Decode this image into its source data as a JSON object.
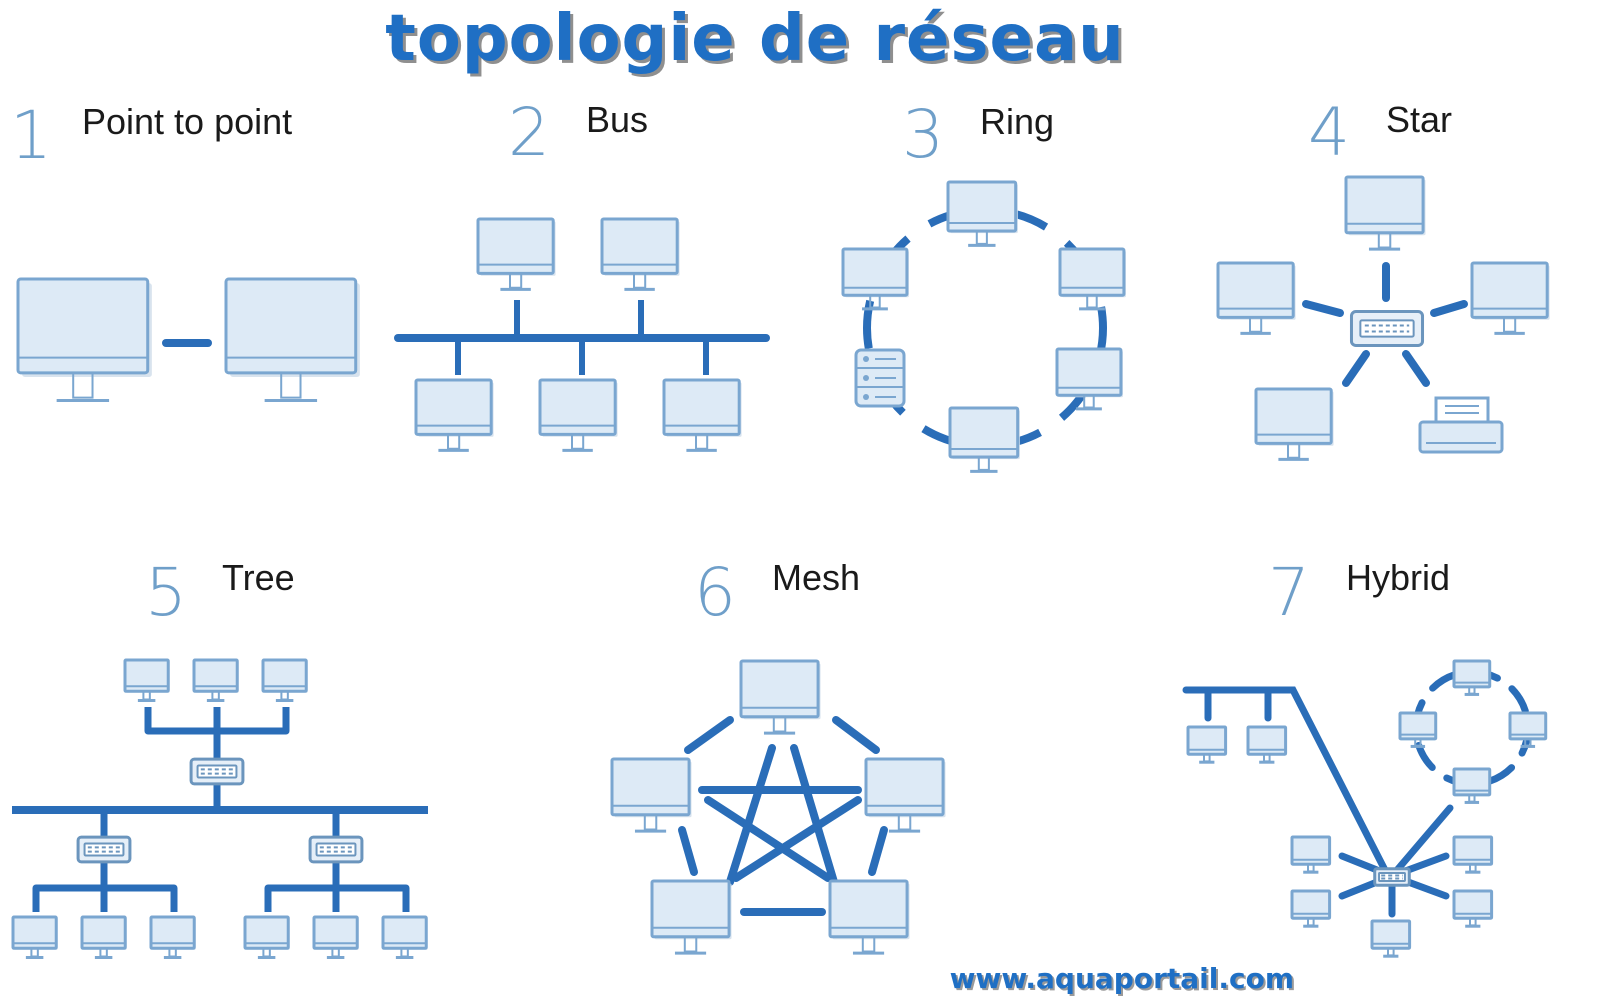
{
  "title": "topologie de réseau",
  "topologies": [
    {
      "number": "1",
      "name": "Point to point"
    },
    {
      "number": "2",
      "name": "Bus"
    },
    {
      "number": "3",
      "name": "Ring"
    },
    {
      "number": "4",
      "name": "Star"
    },
    {
      "number": "5",
      "name": "Tree"
    },
    {
      "number": "6",
      "name": "Mesh"
    },
    {
      "number": "7",
      "name": "Hybrid"
    }
  ],
  "footer": "www.aquaportail.com",
  "colors": {
    "accent": "#1f6fc4",
    "line": "#2a6db8",
    "device_fill": "#ddeaf6",
    "device_stroke": "#7aa6d0",
    "number": "#6f9fc9"
  },
  "icons": [
    "computer-icon",
    "server-icon",
    "switch-icon",
    "printer-icon"
  ]
}
